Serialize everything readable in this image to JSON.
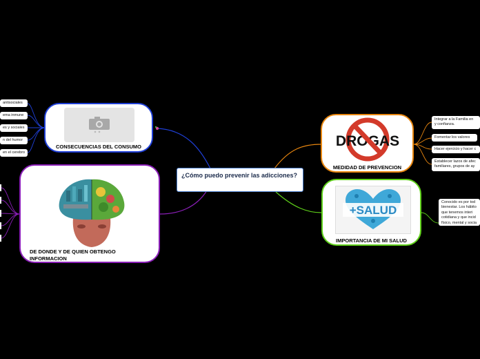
{
  "central": {
    "title": "¿Cómo puedo prevenir las adicciones?"
  },
  "topics": {
    "consecuencias": {
      "title": "CONSECUENCIAS DEL CONSUMO",
      "image": "camera-placeholder-icon",
      "leaves": [
        "antisociales",
        "ema inmune",
        "es y sociales",
        "n del humor",
        "en el cerebro"
      ]
    },
    "donde": {
      "title": "DE DONDE Y DE QUIEN OBTENGO INFORMACION",
      "image": "brain-illustration"
    },
    "prevencion": {
      "title": "MEDIDAD DE PREVENCION",
      "image_text": "DROGAS",
      "leaves": [
        "Integrar a la Familia en\ny confianza.",
        "Fomentar los valores",
        "Hacer ejercicio y hacer c",
        "Establecer lazos de afec\nfamiliares, grupos de ay"
      ]
    },
    "salud": {
      "title": "IMPORTANCIA DE MI SALUD",
      "image_text": "+SALUD",
      "leaves": [
        "Conocido es por tod\nbienestar. Los hábito\nque tenemos interi\ncotidiana y que incid\nfísico, mental y socia"
      ]
    }
  },
  "colors": {
    "blue": "#1f3fd6",
    "purple": "#8b1fb8",
    "orange": "#e8860f",
    "green": "#5fd11a",
    "background": "#000000"
  }
}
